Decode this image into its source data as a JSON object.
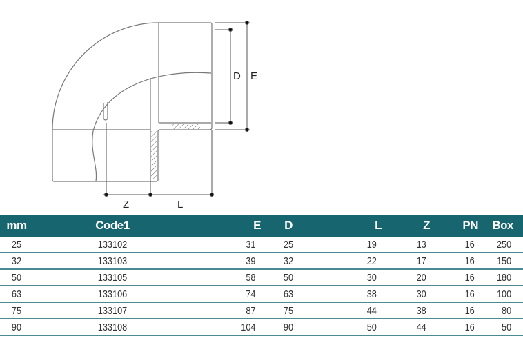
{
  "diagram": {
    "labels": {
      "D": "D",
      "E": "E",
      "Z": "Z",
      "L": "L"
    }
  },
  "table": {
    "headers": [
      "mm",
      "Code1",
      "E",
      "D",
      "L",
      "Z",
      "PN",
      "Box"
    ],
    "rows": [
      [
        "25",
        "133102",
        "31",
        "25",
        "19",
        "13",
        "16",
        "250"
      ],
      [
        "32",
        "133103",
        "39",
        "32",
        "22",
        "17",
        "16",
        "150"
      ],
      [
        "50",
        "133105",
        "58",
        "50",
        "30",
        "20",
        "16",
        "180"
      ],
      [
        "63",
        "133106",
        "74",
        "63",
        "38",
        "30",
        "16",
        "100"
      ],
      [
        "75",
        "133107",
        "87",
        "75",
        "44",
        "38",
        "16",
        "80"
      ],
      [
        "90",
        "133108",
        "104",
        "90",
        "50",
        "44",
        "16",
        "50"
      ]
    ]
  },
  "colors": {
    "header": "#17666f",
    "row_border": "#4a8a92"
  }
}
